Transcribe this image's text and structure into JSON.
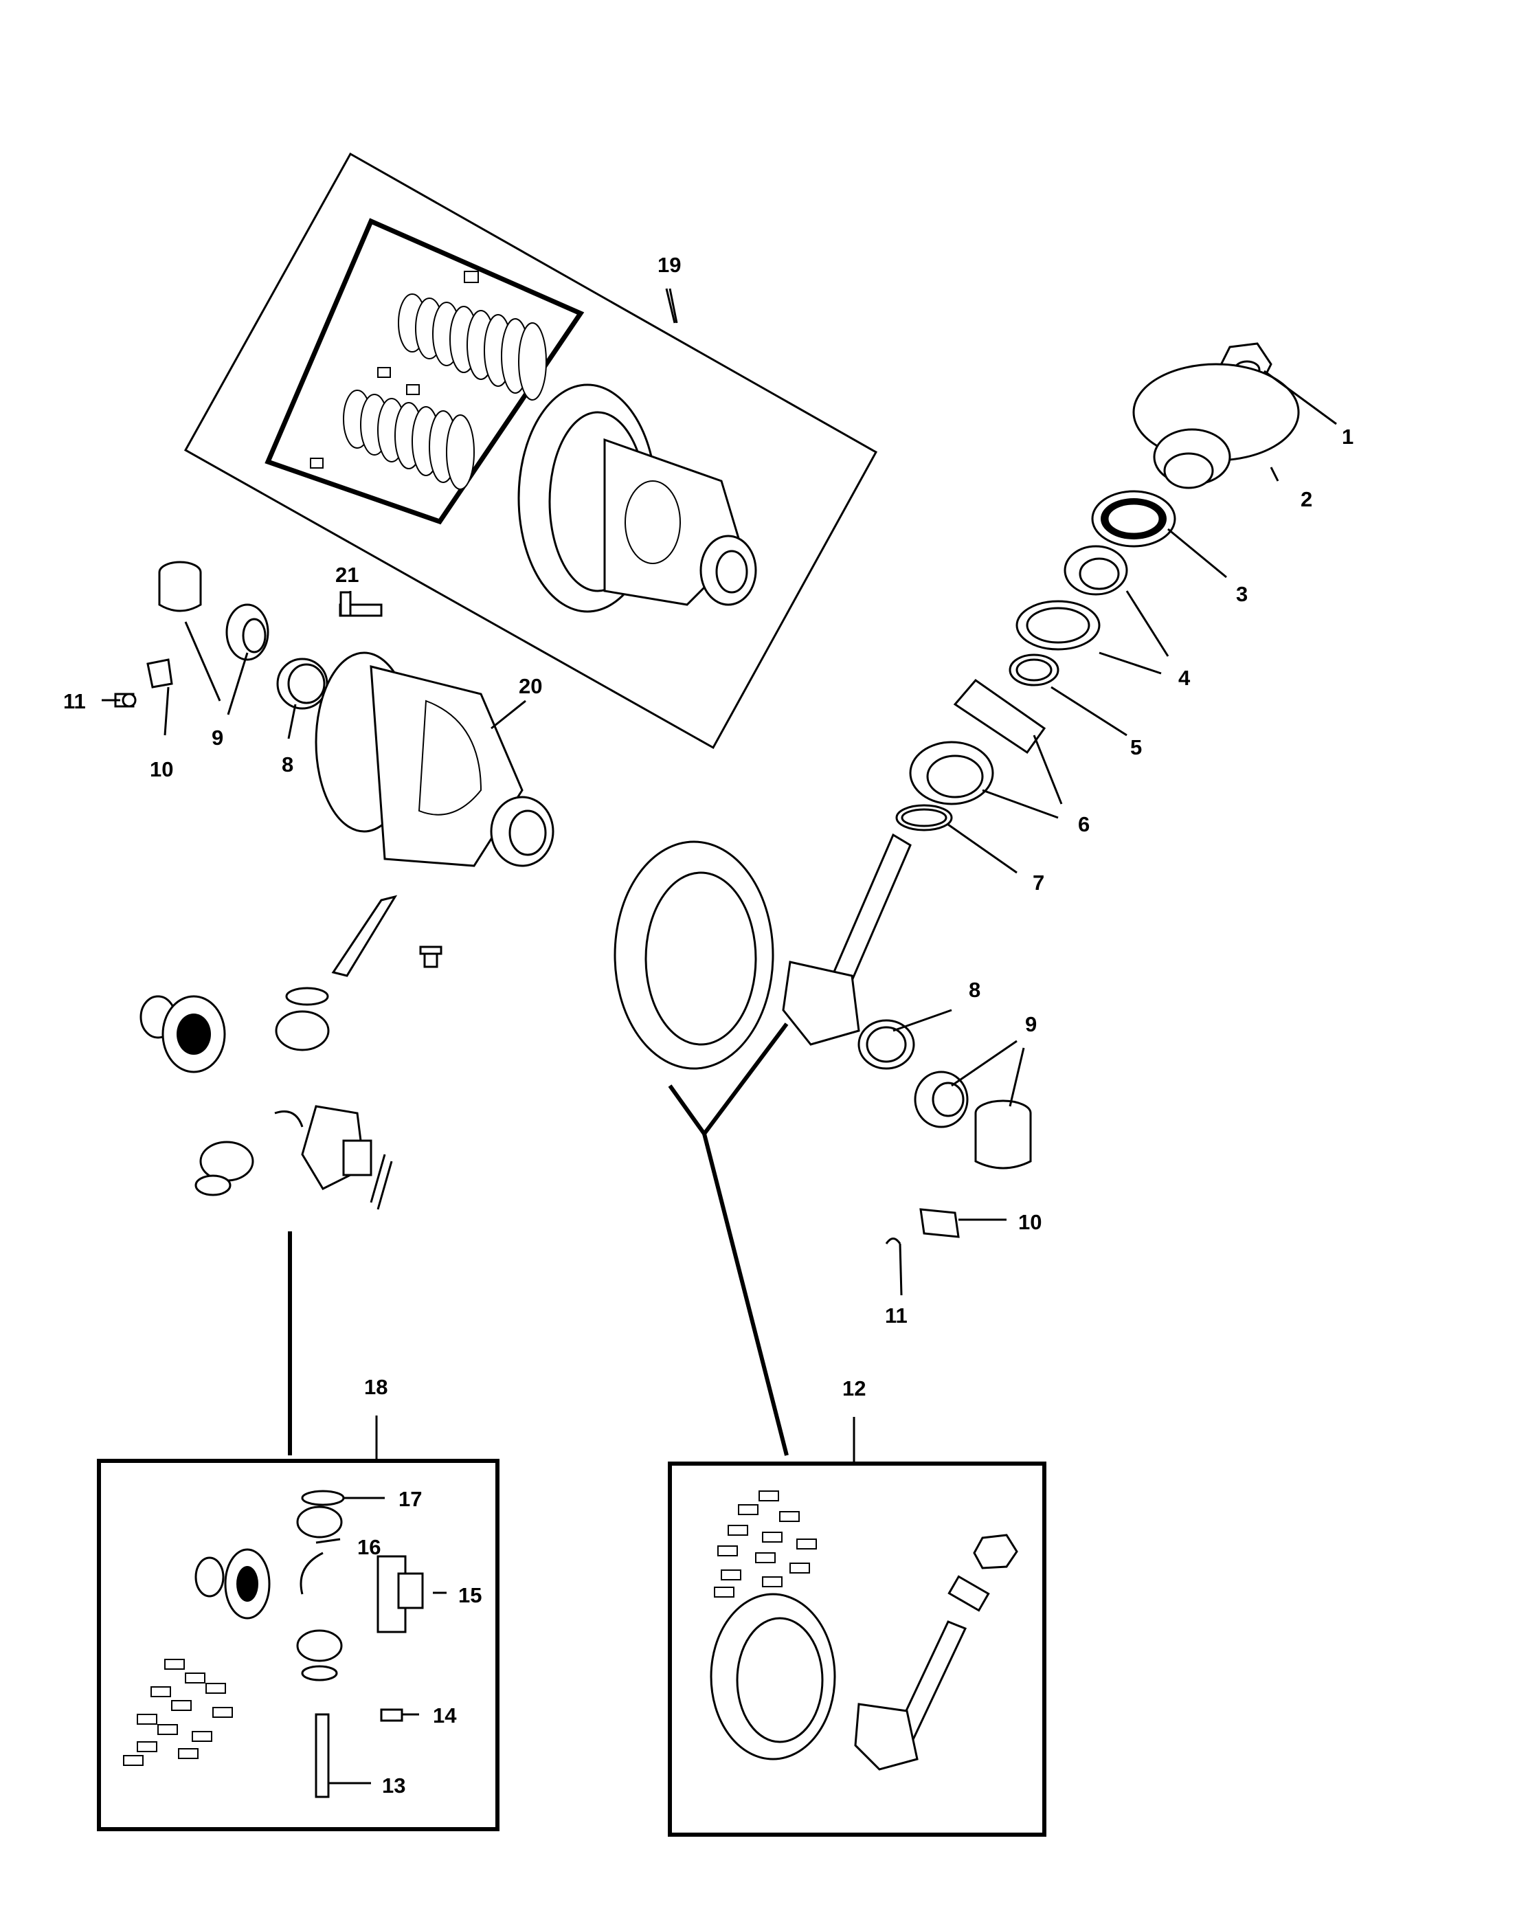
{
  "callouts": {
    "c1": "1",
    "c2": "2",
    "c3": "3",
    "c4": "4",
    "c5": "5",
    "c6": "6",
    "c7": "7",
    "c8a": "8",
    "c8b": "8",
    "c9a": "9",
    "c9b": "9",
    "c10a": "10",
    "c10b": "10",
    "c11a": "11",
    "c11b": "11",
    "c12": "12",
    "c13": "13",
    "c14": "14",
    "c15": "15",
    "c16": "16",
    "c17": "17",
    "c18": "18",
    "c19": "19",
    "c20": "20",
    "c21": "21"
  }
}
